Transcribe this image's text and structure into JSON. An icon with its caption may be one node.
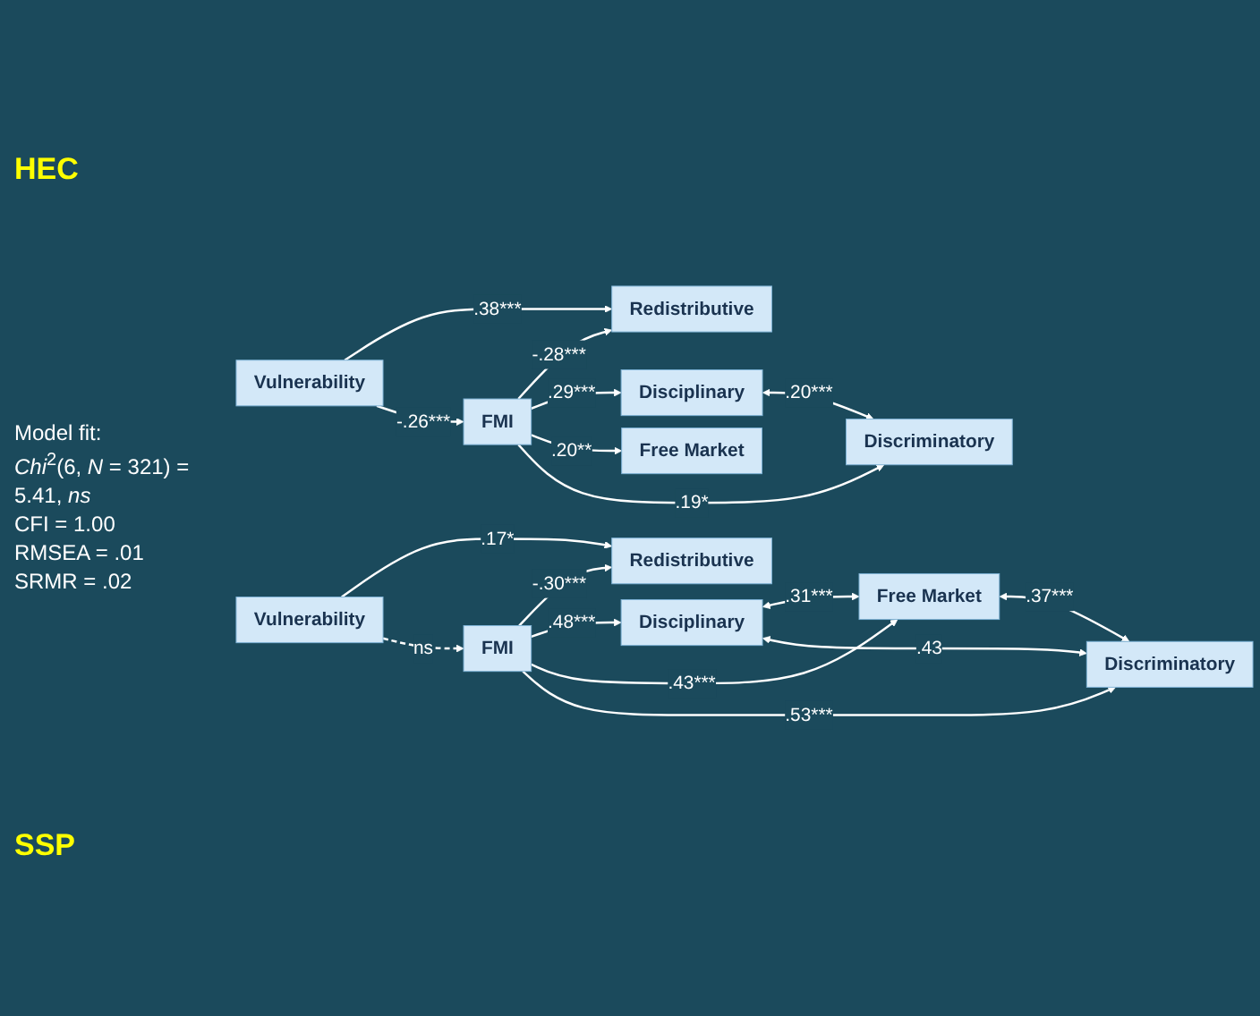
{
  "diagram": {
    "nodes": [
      {
        "text": [
          "Vulnerability"
        ]
      },
      {
        "text": [
          "FMI"
        ]
      },
      {
        "text": [
          "Redistributive"
        ]
      },
      {
        "text": [
          "Disciplinary"
        ]
      },
      {
        "text": [
          "Free Market"
        ]
      },
      {
        "text": [
          "Discriminatory"
        ]
      },
      {
        "text": [
          "Vulnerability"
        ]
      },
      {
        "text": [
          "FMI"
        ]
      },
      {
        "text": [
          "Redistributive"
        ]
      },
      {
        "text": [
          "Disciplinary"
        ]
      },
      {
        "text": [
          "Free Market"
        ]
      },
      {
        "text": [
          "Discriminatory"
        ]
      }
    ],
    "edges": [
      {
        "from": 0,
        "to": 2,
        "arrow": "to",
        "label": ".38***"
      },
      {
        "from": 0,
        "to": 1,
        "arrow": "to",
        "label": "-.26***"
      },
      {
        "from": 1,
        "to": 2,
        "arrow": "to",
        "label": "-.28***"
      },
      {
        "from": 1,
        "to": 3,
        "arrow": "to",
        "label": ".29***"
      },
      {
        "from": 1,
        "to": 4,
        "arrow": "to",
        "label": ".20**"
      },
      {
        "from": 1,
        "to": 5,
        "arrow": "to",
        "label": ".19*"
      },
      {
        "from": 3,
        "to": 5,
        "arrow": "both",
        "label": ".20***"
      },
      {
        "from": 6,
        "to": 8,
        "arrow": "to",
        "label": ".17*"
      },
      {
        "from": 6,
        "to": 7,
        "arrow": "to",
        "label": "ns",
        "style": "dashed"
      },
      {
        "from": 7,
        "to": 8,
        "arrow": "to",
        "label": "-.30***"
      },
      {
        "from": 7,
        "to": 9,
        "arrow": "to",
        "label": ".48***"
      },
      {
        "from": 7,
        "to": 10,
        "arrow": "to",
        "label": ".43***"
      },
      {
        "from": 7,
        "to": 11,
        "arrow": "to",
        "label": ".53***"
      },
      {
        "from": 9,
        "to": 10,
        "arrow": "both",
        "label": ".31***"
      },
      {
        "from": 10,
        "to": 11,
        "arrow": "both",
        "label": ".37***"
      },
      {
        "from": 9,
        "to": 11,
        "arrow": "both",
        "label": ".43"
      }
    ],
    "labels": [
      "HEC",
      "Model fit:",
      "*Chi*$^{2}$(6, *N* = 321) = 5.41, *ns*",
      "CFI = 1.00",
      "RMSEA = .01",
      "SRMR = .02",
      "SSP"
    ]
  }
}
